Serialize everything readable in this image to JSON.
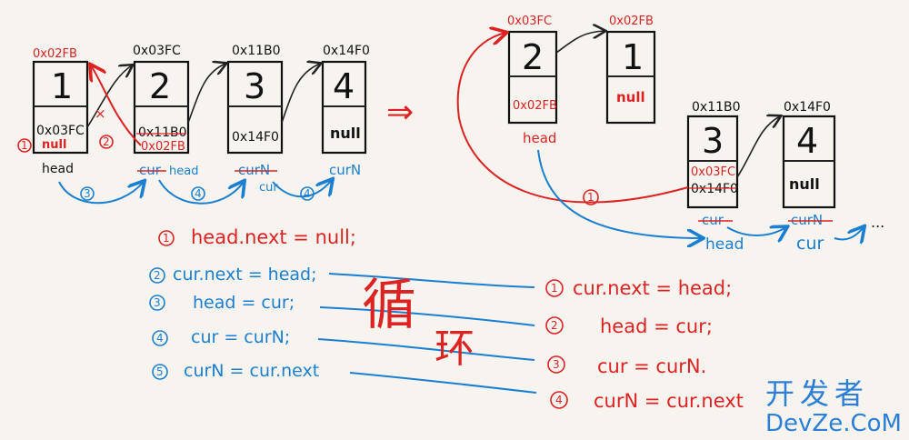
{
  "left_nodes": [
    {
      "addr": "0x02FB",
      "value": "1",
      "next": "0x03FC",
      "next2": "null"
    },
    {
      "addr": "0x03FC",
      "value": "2",
      "next": "0x11B0",
      "next2": "0x02FB"
    },
    {
      "addr": "0x11B0",
      "value": "3",
      "next": "0x14F0"
    },
    {
      "addr": "0x14F0",
      "value": "4",
      "next": "null"
    }
  ],
  "left_labels": {
    "head": "head",
    "cur_struck": "cur",
    "head2": "head",
    "curN_struck": "curN",
    "cur": "cur",
    "curN": "curN"
  },
  "step_numbers": [
    "1",
    "2",
    "3",
    "4",
    "5"
  ],
  "arrow": "⇒",
  "right_nodes": [
    {
      "addr": "0x03FC",
      "value": "2",
      "next": "0x02FB"
    },
    {
      "addr": "0x02FB",
      "value": "1",
      "next": "null"
    },
    {
      "addr": "0x11B0",
      "value": "3",
      "next": "0x03FC",
      "next2": "0x14F0"
    },
    {
      "addr": "0x14F0",
      "value": "4",
      "next": "null"
    }
  ],
  "right_labels": {
    "head": "head",
    "cur_struck": "cur",
    "head2": "head",
    "curN_struck": "curN",
    "cur": "cur",
    "ellipsis": "..."
  },
  "left_code": [
    "head.next = null;",
    "cur.next = head;",
    "head = cur;",
    "cur = curN;",
    "curN = cur.next"
  ],
  "loop_chars": [
    "循",
    "环"
  ],
  "right_code": [
    "cur.next = head;",
    "head = cur;",
    "cur = curN.",
    "curN = cur.next"
  ],
  "watermark": {
    "cn": "开发者",
    "en": "DevZe.CoM"
  }
}
